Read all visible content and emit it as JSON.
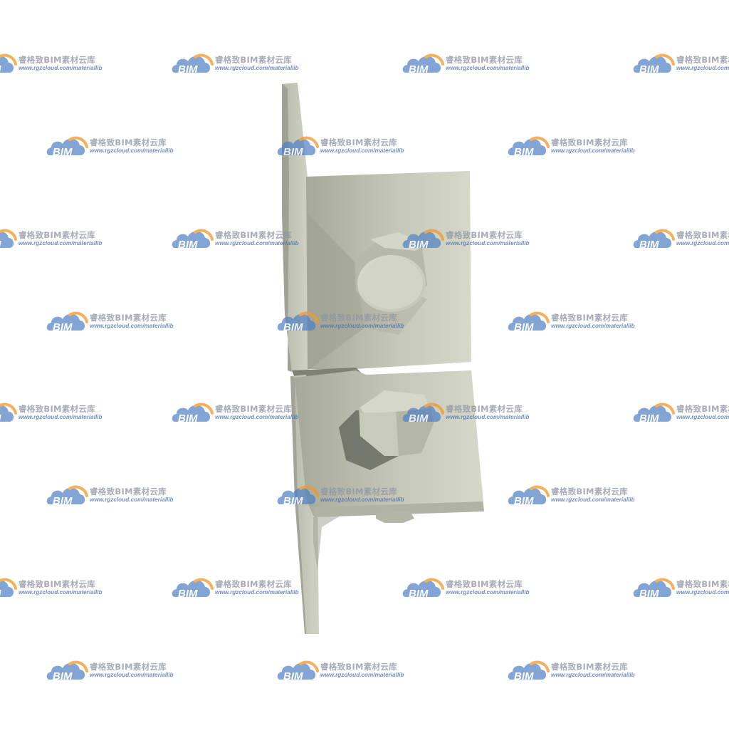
{
  "watermark": {
    "logo_text": "BIM",
    "title": "睿格致BIM素材云库",
    "url": "www.rgzcloud.com/materiallib",
    "colors": {
      "cloud": "#4e7fc4",
      "arc": "#f29a2e",
      "text": "#8f96a3",
      "url": "#4b6fae"
    }
  },
  "render": {
    "subject": "angle-bracket-with-two-hex-bolts",
    "colors": {
      "steel": "#c9cbbd",
      "steel_dark": "#a9ab9d",
      "steel_light": "#dcdfd1",
      "shadow": "#8e9083"
    }
  }
}
